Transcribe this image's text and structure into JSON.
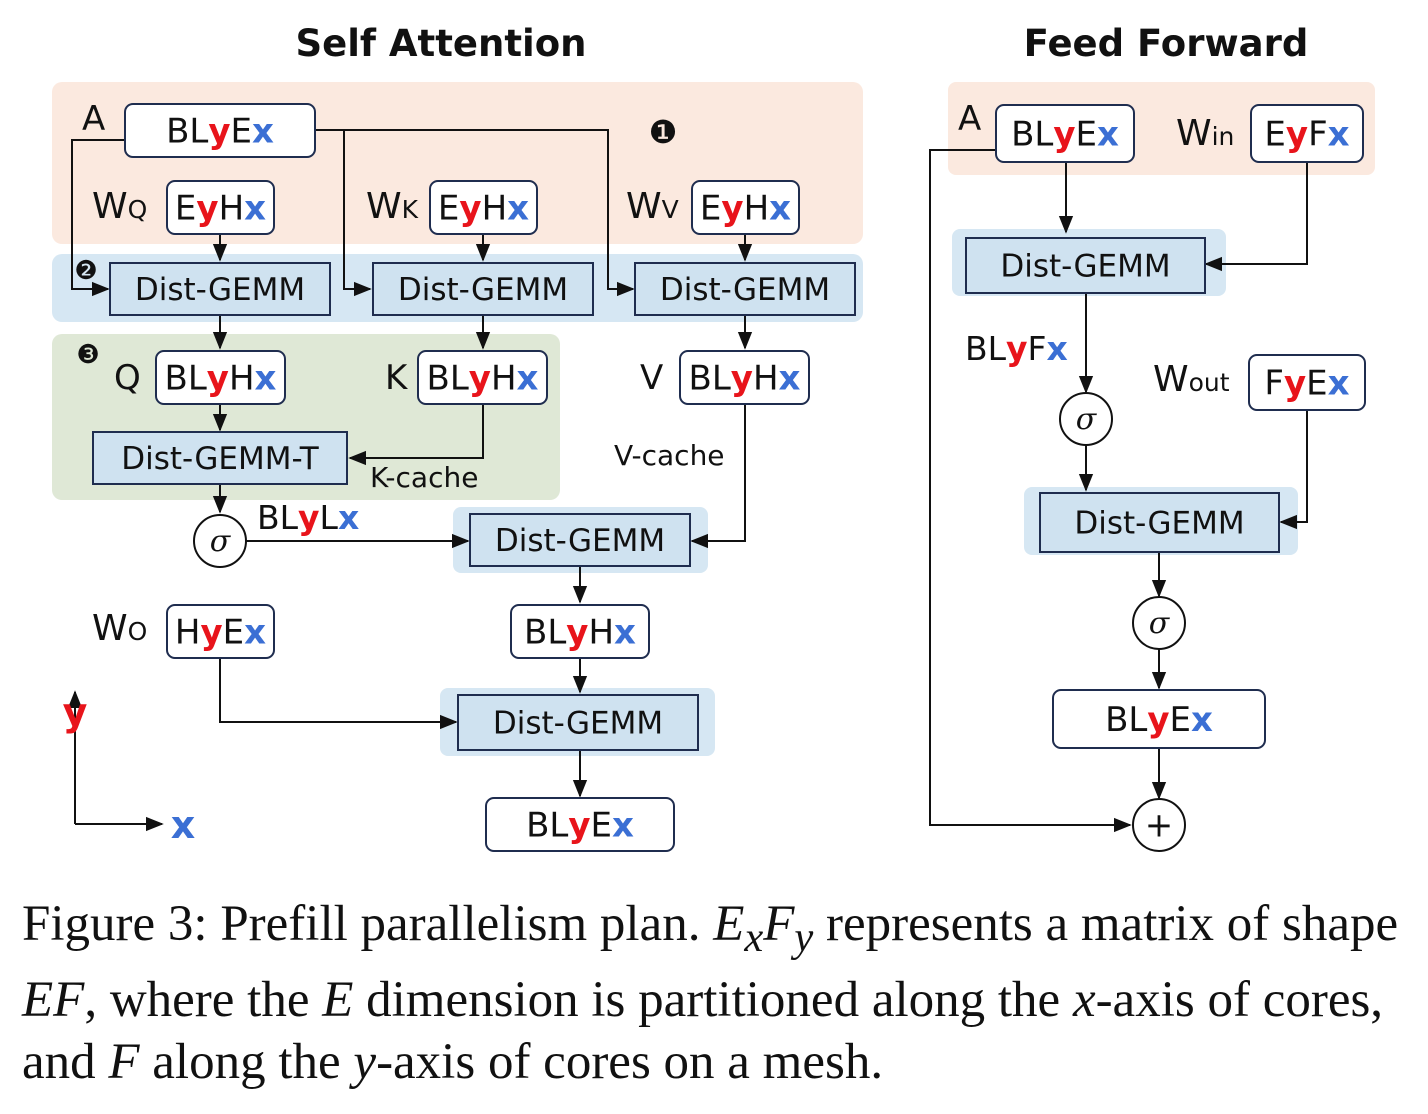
{
  "sections": {
    "self_attention_title": "Self Attention",
    "feed_forward_title": "Feed Forward"
  },
  "colors": {
    "y_axis": "#e8141b",
    "x_axis": "#3b6fd4",
    "region_1": "#fbe9df",
    "region_2": "#d6e7f3",
    "region_3": "#dfe8d6",
    "gemm_fill": "#cfe2f0",
    "box_border": "#1f2d4f"
  },
  "markers": [
    "❶",
    "❷",
    "❸"
  ],
  "sa": {
    "a_label": "A",
    "a_tensor": [
      [
        "BL",
        "k"
      ],
      [
        "y",
        "y"
      ],
      [
        "E",
        "k"
      ],
      [
        "x",
        "x"
      ]
    ],
    "wq_label": "WQ",
    "wk_label": "WK",
    "wv_label": "WV",
    "w_tensor": [
      [
        "E",
        "k"
      ],
      [
        "y",
        "y"
      ],
      [
        "H",
        "k"
      ],
      [
        "x",
        "x"
      ]
    ],
    "gemm_label": "Dist-GEMM",
    "gemm_t_label": "Dist-GEMM-T",
    "q_label": "Q",
    "k_label": "K",
    "v_label": "V",
    "qkv_tensor": [
      [
        "BL",
        "k"
      ],
      [
        "y",
        "y"
      ],
      [
        "H",
        "k"
      ],
      [
        "x",
        "x"
      ]
    ],
    "k_cache": "K-cache",
    "v_cache": "V-cache",
    "sigma": "σ",
    "score_tensor": [
      [
        "BL",
        "k"
      ],
      [
        "y",
        "y"
      ],
      [
        "L",
        "k"
      ],
      [
        "x",
        "x"
      ]
    ],
    "attn_out_tensor": [
      [
        "BL",
        "k"
      ],
      [
        "y",
        "y"
      ],
      [
        "H",
        "k"
      ],
      [
        "x",
        "x"
      ]
    ],
    "wo_label": "WO",
    "wo_tensor": [
      [
        "H",
        "k"
      ],
      [
        "y",
        "y"
      ],
      [
        "E",
        "k"
      ],
      [
        "x",
        "x"
      ]
    ],
    "out_tensor": [
      [
        "BL",
        "k"
      ],
      [
        "y",
        "y"
      ],
      [
        "E",
        "k"
      ],
      [
        "x",
        "x"
      ]
    ]
  },
  "ff": {
    "a_label": "A",
    "a_tensor": [
      [
        "BL",
        "k"
      ],
      [
        "y",
        "y"
      ],
      [
        "E",
        "k"
      ],
      [
        "x",
        "x"
      ]
    ],
    "win_label": "Win",
    "win_tensor": [
      [
        "E",
        "k"
      ],
      [
        "y",
        "y"
      ],
      [
        "F",
        "k"
      ],
      [
        "x",
        "x"
      ]
    ],
    "gemm_label": "Dist-GEMM",
    "mid_tensor": [
      [
        "BL",
        "k"
      ],
      [
        "y",
        "y"
      ],
      [
        "F",
        "k"
      ],
      [
        "x",
        "x"
      ]
    ],
    "wout_label": "Wout",
    "wout_tensor": [
      [
        "F",
        "k"
      ],
      [
        "y",
        "y"
      ],
      [
        "E",
        "k"
      ],
      [
        "x",
        "x"
      ]
    ],
    "sigma": "σ",
    "out_tensor": [
      [
        "BL",
        "k"
      ],
      [
        "y",
        "y"
      ],
      [
        "E",
        "k"
      ],
      [
        "x",
        "x"
      ]
    ],
    "plus": "+"
  },
  "axes": {
    "y": "y",
    "x": "x"
  },
  "caption": {
    "p1": "Figure 3: Prefill parallelism plan. ",
    "m1": "E",
    "m1sub": "x",
    "m2": "F",
    "m2sub": "y",
    "p2": " represents a matrix of shape ",
    "m3": "EF",
    "p3": ", where the ",
    "m4": "E",
    "p4": " dimension is partitioned along the ",
    "m5": "x",
    "p5": "-axis of cores, and ",
    "m6": "F",
    "p6": " along the ",
    "m7": "y",
    "p7": "-axis of cores on a mesh."
  }
}
